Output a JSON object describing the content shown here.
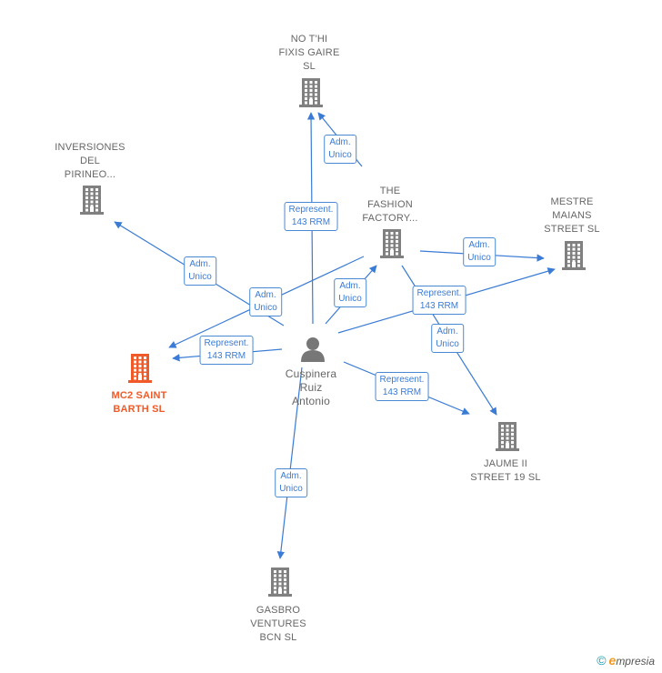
{
  "colors": {
    "edge": "#3a7bd5",
    "building": "#808080",
    "building_highlight": "#f05a28",
    "person": "#777777"
  },
  "nodes": [
    {
      "id": "noth",
      "type": "company",
      "label": "NO T'HI\nFIXIS GAIRE\nSL"
    },
    {
      "id": "inv",
      "type": "company",
      "label": "INVERSIONES\nDEL\nPIRINEO..."
    },
    {
      "id": "fashion",
      "type": "company",
      "label": "THE\nFASHION\nFACTORY..."
    },
    {
      "id": "mestre",
      "type": "company",
      "label": "MESTRE\nMAIANS\nSTREET  SL"
    },
    {
      "id": "mc2",
      "type": "company",
      "label": "MC2 SAINT\nBARTH  SL",
      "highlight": true
    },
    {
      "id": "person",
      "type": "person",
      "label": "Cuspinera\nRuiz\nAntonio"
    },
    {
      "id": "jaume",
      "type": "company",
      "label": "JAUME II\nSTREET 19  SL"
    },
    {
      "id": "gasbro",
      "type": "company",
      "label": "GASBRO\nVENTURES\nBCN  SL"
    }
  ],
  "edges": [
    {
      "id": "e1",
      "from": "person",
      "to": "noth",
      "label": "Represent.\n143 RRM"
    },
    {
      "id": "e2",
      "from": "fashion",
      "to": "noth",
      "label": "Adm.\nUnico"
    },
    {
      "id": "e3",
      "from": "person",
      "to": "inv",
      "label": "Adm.\nUnico"
    },
    {
      "id": "e4",
      "from": "fashion",
      "to": "mc2",
      "label": "Adm.\nUnico"
    },
    {
      "id": "e5",
      "from": "person",
      "to": "mc2",
      "label": "Represent.\n143 RRM"
    },
    {
      "id": "e6",
      "from": "person",
      "to": "fashion",
      "label": "Adm.\nUnico"
    },
    {
      "id": "e7",
      "from": "fashion",
      "to": "mestre",
      "label": "Adm.\nUnico"
    },
    {
      "id": "e8",
      "from": "person",
      "to": "mestre",
      "label": "Represent.\n143 RRM"
    },
    {
      "id": "e9",
      "from": "fashion",
      "to": "jaume",
      "label": "Adm.\nUnico"
    },
    {
      "id": "e10",
      "from": "person",
      "to": "jaume",
      "label": "Represent.\n143 RRM"
    },
    {
      "id": "e11",
      "from": "person",
      "to": "gasbro",
      "label": "Adm.\nUnico"
    }
  ],
  "footer": {
    "copyright_symbol": "©",
    "brand_initial": "e",
    "brand_rest": "mpresia"
  }
}
